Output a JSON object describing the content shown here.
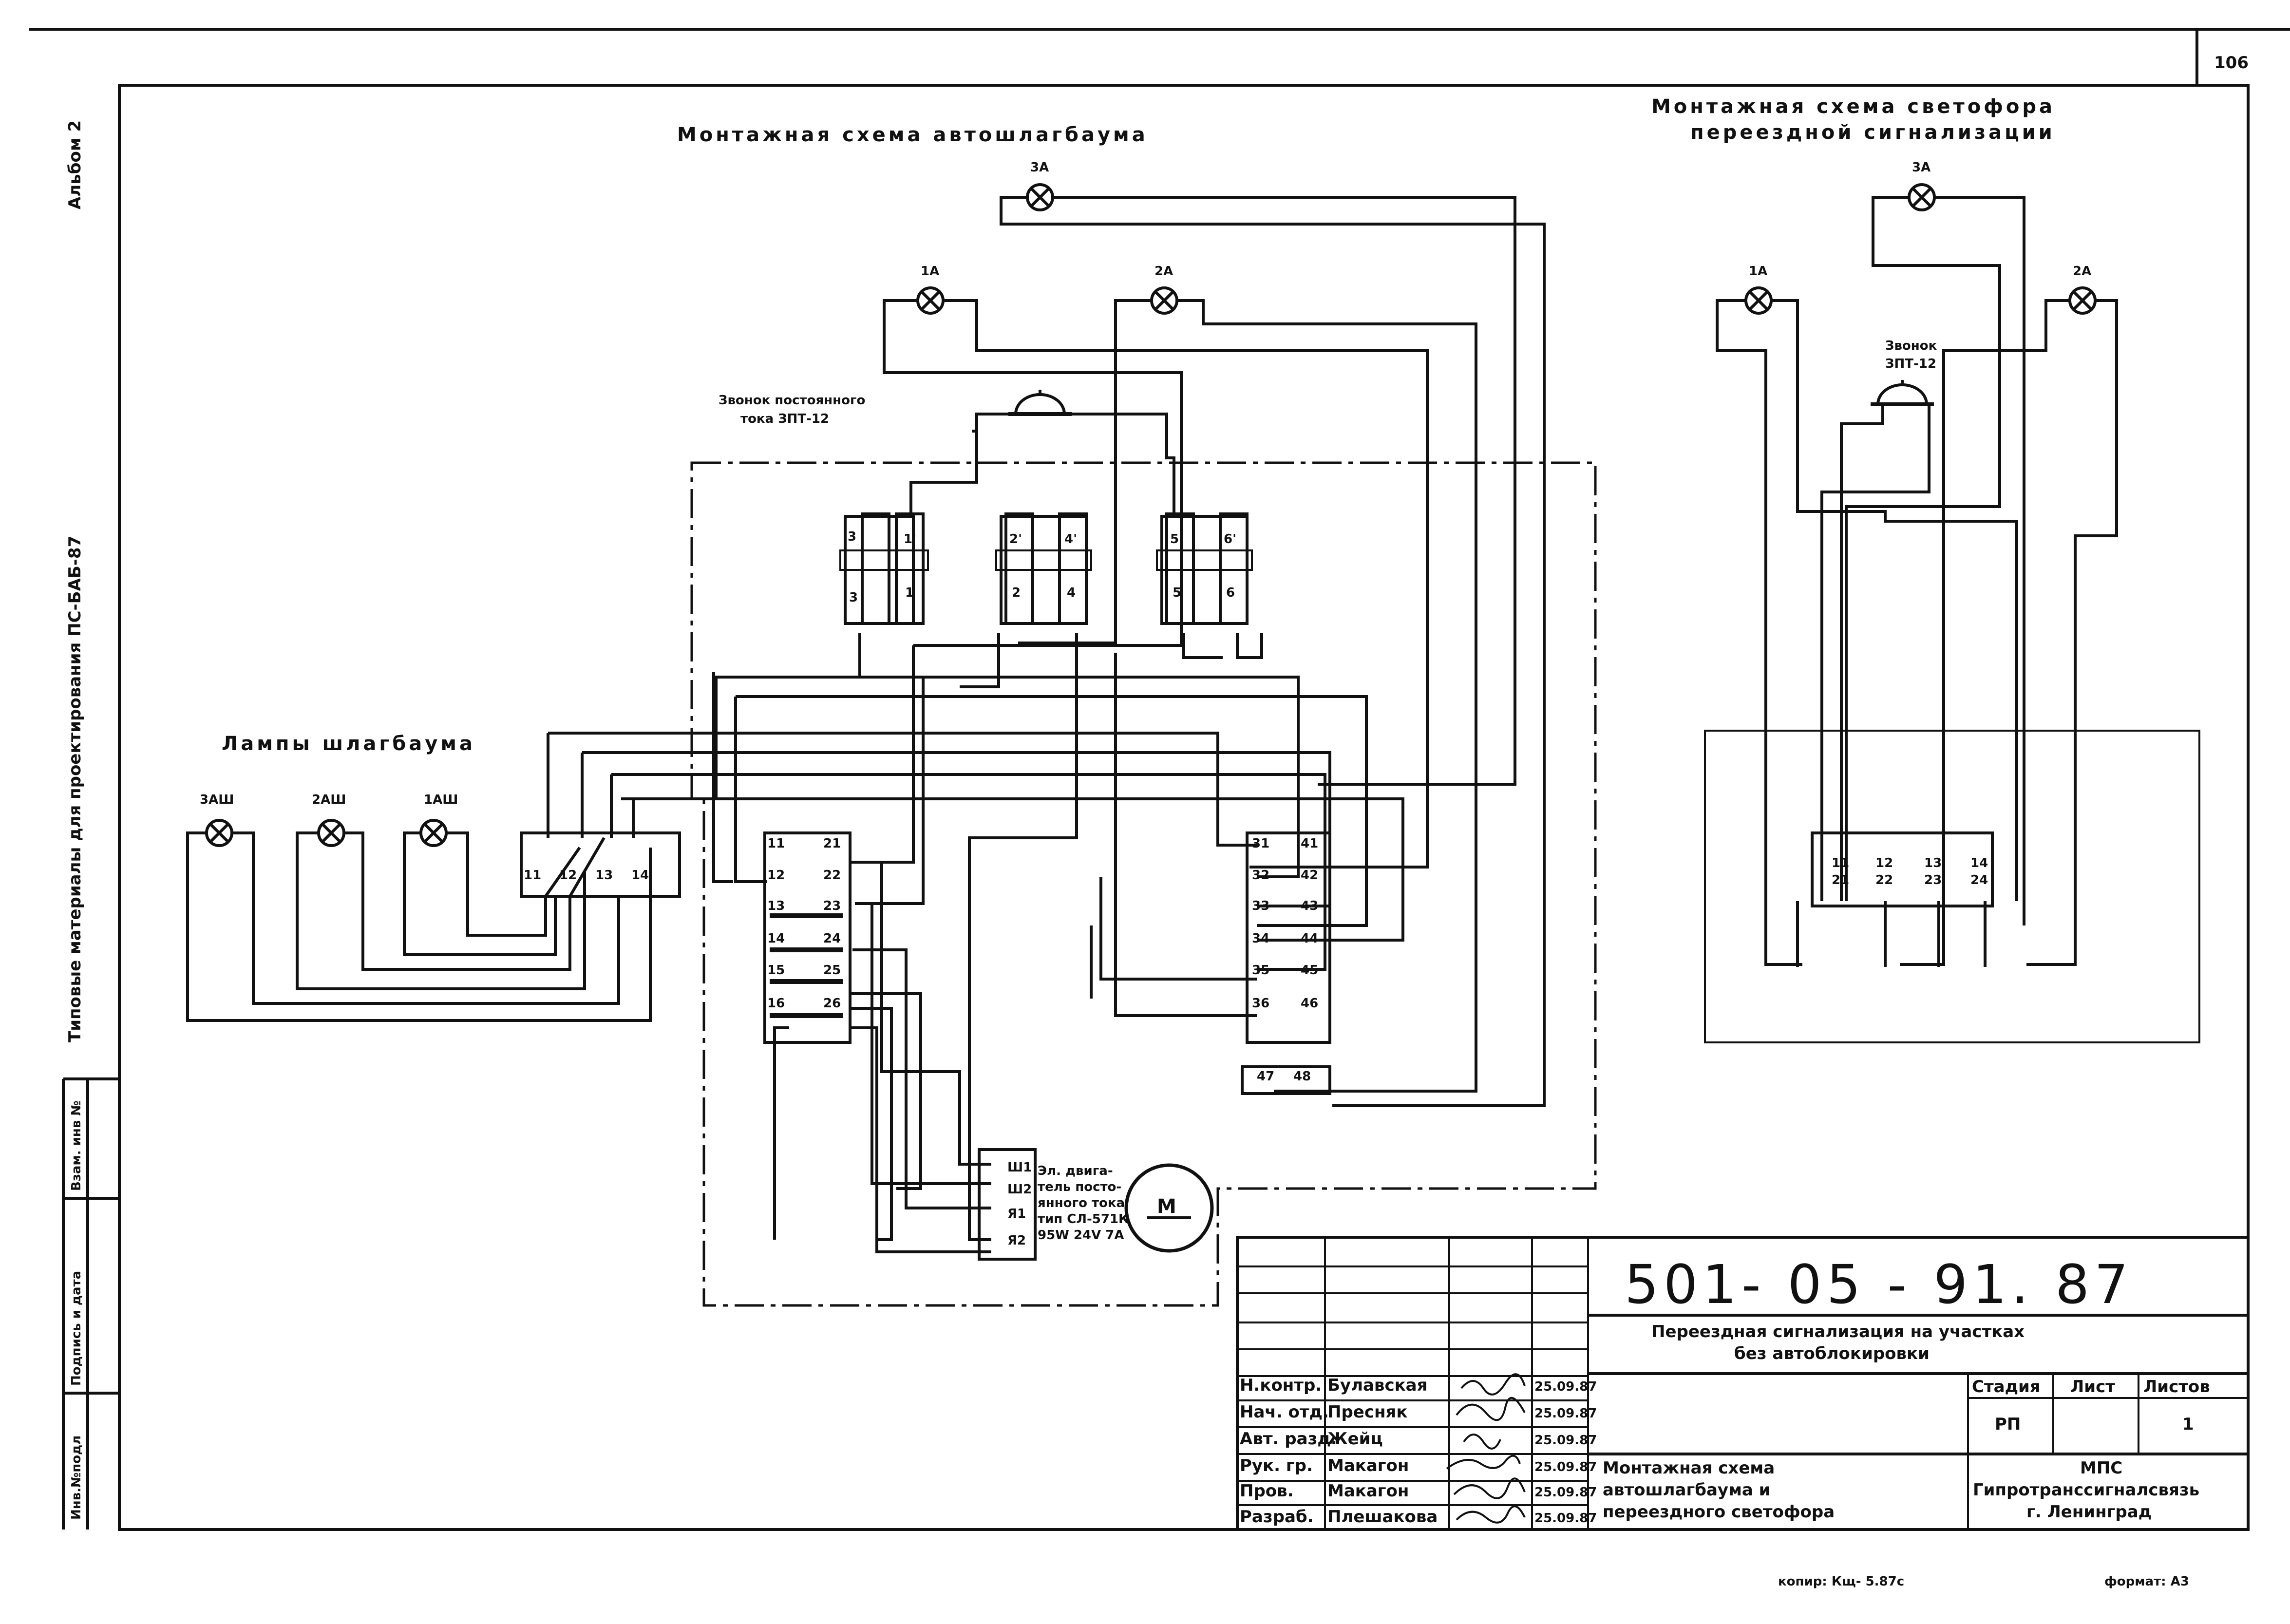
{
  "sheet": {
    "page_number": "106",
    "copy_mark": "копир: Кщ- 5.87с",
    "format": "формат: А3"
  },
  "side_stamp": {
    "album": "Альбом 2",
    "series": "Типовые материалы для проектирования ПС-БАБ-87",
    "fields": [
      "Инв.№подл",
      "Подпись и дата",
      "Взам. инв №"
    ]
  },
  "barrier": {
    "title": "Монтажная схема автошлагбаума",
    "bell_label_line1": "Звонок постоянного",
    "bell_label_line2": "тока ЗПТ-12",
    "lamps_title": "Лампы шлагбаума",
    "top_lamps": [
      "1А",
      "2А",
      "3А"
    ],
    "barrier_lamps": [
      "3АШ",
      "2АШ",
      "1АШ"
    ],
    "strip_terminals": [
      "11",
      "12",
      "13",
      "14"
    ],
    "contacts": [
      {
        "top": "3",
        "bottom": "3"
      },
      {
        "top": "1'",
        "bottom": "1"
      },
      {
        "top": "2'",
        "bottom": "2"
      },
      {
        "top": "4'",
        "bottom": "4"
      },
      {
        "top": "5'",
        "bottom": "5"
      },
      {
        "top": "6'",
        "bottom": "6"
      }
    ],
    "block_left": {
      "left": [
        "11",
        "12",
        "13",
        "14",
        "15",
        "16"
      ],
      "right": [
        "21",
        "22",
        "23",
        "24",
        "25",
        "26"
      ]
    },
    "block_right": {
      "left": [
        "31",
        "32",
        "33",
        "34",
        "35",
        "36"
      ],
      "right": [
        "41",
        "42",
        "43",
        "44",
        "45",
        "46"
      ]
    },
    "block_small": [
      "47",
      "48"
    ],
    "motor": {
      "terminals": [
        "Ш1",
        "Ш2",
        "Я1",
        "Я2"
      ],
      "desc": [
        "Эл. двига-",
        "тель посто-",
        "янного тока",
        "тип СЛ-571К",
        "95W 24V 7А"
      ],
      "symbol": "М"
    }
  },
  "signal": {
    "title_line1": "Монтажная схема светофора",
    "title_line2": "переездной сигнализации",
    "lamps": [
      "1А",
      "2А",
      "3А"
    ],
    "bell_line1": "Звонок",
    "bell_line2": "ЗПТ-12",
    "terminals_top": [
      "11",
      "12",
      "13",
      "14"
    ],
    "terminals_bottom": [
      "21",
      "22",
      "23",
      "24"
    ]
  },
  "stamp": {
    "code": "501- 05 - 91. 87",
    "project": [
      "Переездная сигнализация на участках",
      "без автоблокировки"
    ],
    "drawing_title": [
      "Монтажная схема",
      "автошлагбаума и",
      "переездного светофора"
    ],
    "roles": [
      {
        "role": "Н.контр.",
        "name": "Булавская",
        "date": "25.09.87"
      },
      {
        "role": "Нач. отд.",
        "name": "Пресняк",
        "date": "25.09.87"
      },
      {
        "role": "Авт. разд.",
        "name": "Жейц",
        "date": "25.09.87"
      },
      {
        "role": "Рук. гр.",
        "name": "Макагон",
        "date": "25.09.87"
      },
      {
        "role": "Пров.",
        "name": "Макагон",
        "date": "25.09.87"
      },
      {
        "role": "Разраб.",
        "name": "Плешакова",
        "date": "25.09.87"
      }
    ],
    "stage_head": "Стадия",
    "sheet_head": "Лист",
    "sheets_head": "Листов",
    "stage": "РП",
    "sheets": "1",
    "org": [
      "МПС",
      "Гипротранссигналсвязь",
      "г. Ленинград"
    ]
  }
}
